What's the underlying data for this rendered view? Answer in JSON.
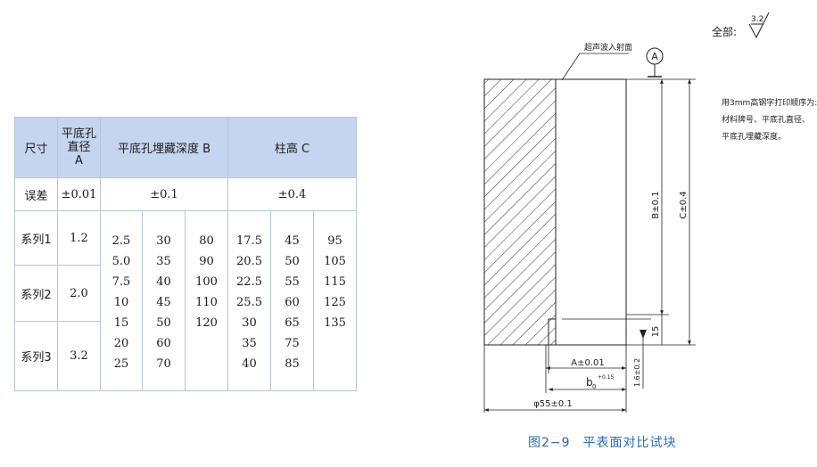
{
  "table": {
    "header": {
      "size": "尺寸",
      "diameter_l1": "平底孔",
      "diameter_l2": "直径",
      "diameter_l3": "A",
      "depth": "平底孔埋藏深度 B",
      "height": "柱高 C"
    },
    "tolerance": {
      "label": "误差",
      "diameter": "±0.01",
      "depth": "±0.1",
      "height": "±0.4"
    },
    "series": [
      {
        "label": "系列1",
        "diameter": "1.2"
      },
      {
        "label": "系列2",
        "diameter": "2.0"
      },
      {
        "label": "系列3",
        "diameter": "3.2"
      }
    ],
    "depth_col1": [
      "2.5",
      "5.0",
      "7.5",
      "10",
      "15",
      "20",
      "25"
    ],
    "depth_col2": [
      "30",
      "35",
      "40",
      "45",
      "50",
      "60",
      "70"
    ],
    "depth_col3": [
      "80",
      "90",
      "100",
      "110",
      "120"
    ],
    "height_col1": [
      "17.5",
      "20.5",
      "22.5",
      "25.5",
      "30",
      "35",
      "40"
    ],
    "height_col2": [
      "45",
      "50",
      "55",
      "60",
      "65",
      "75",
      "85"
    ],
    "height_col3": [
      "95",
      "105",
      "115",
      "125",
      "135"
    ]
  },
  "drawing": {
    "roughness_label": "全部:",
    "roughness_value": "3.2",
    "surface_label": "超声波入射面",
    "datum": "A",
    "note_l1": "用3mm高钢字打印顺序为:",
    "note_l2": "材料牌号、平底孔直径、",
    "note_l3": "平底孔埋藏深度。",
    "dim_B": "B±0.1",
    "dim_C": "C±0.4",
    "dim_15": "15",
    "dim_A": "A±0.01",
    "dim_b0": "b",
    "dim_b0_sub": "0",
    "dim_b0_sup": "+0.15",
    "dim_16": "1.6±0.2",
    "dim_55": "φ55±0.1"
  },
  "caption": {
    "number": "图2−9",
    "title": "平表面对比试块"
  }
}
